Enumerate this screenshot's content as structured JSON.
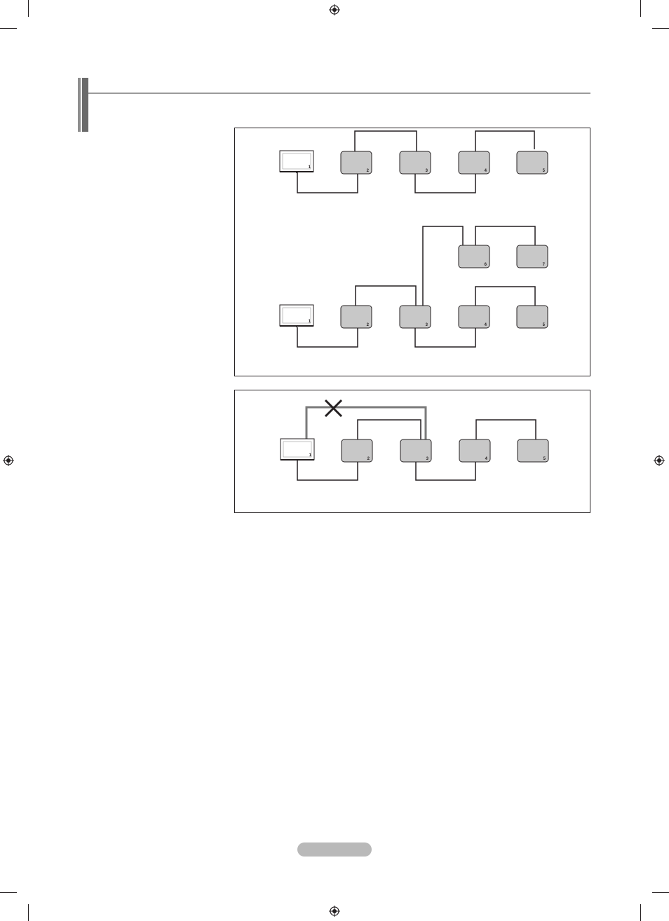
{
  "page": {
    "title": "",
    "page_number": ""
  },
  "diagrams": {
    "top_panel": {
      "upper_row_labels": [
        "1",
        "2",
        "3",
        "4",
        "5"
      ],
      "branch_row_labels": [
        "6",
        "7"
      ],
      "lower_row_labels": [
        "1",
        "2",
        "3",
        "4",
        "5"
      ]
    },
    "bottom_panel": {
      "row_labels": [
        "1",
        "2",
        "3",
        "4",
        "5"
      ],
      "invalid_connection_marker": "cross-mark-icon"
    }
  },
  "colors": {
    "device_fill": "#c8c8c8",
    "device_stroke": "#231f20",
    "invalid_link": "#7a7a7a",
    "page_pill": "#b9b9b9"
  }
}
